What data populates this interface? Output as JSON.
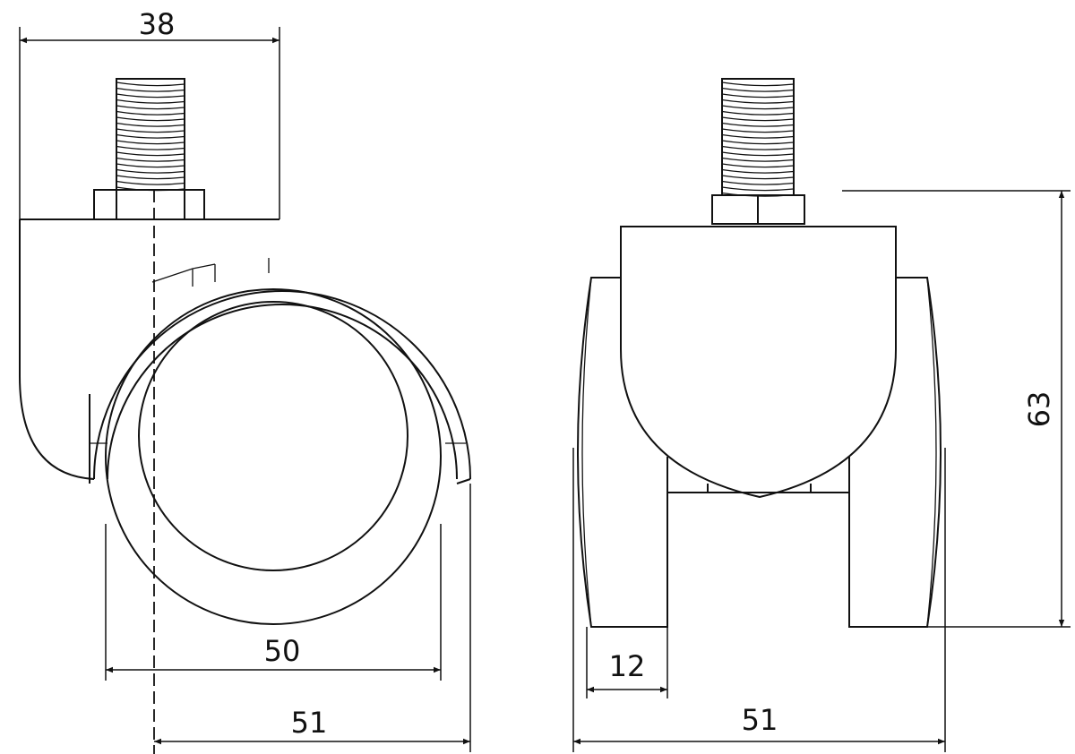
{
  "title": "Twin wheel caster dimension drawing",
  "side_view": {
    "dim_mount_width": "38",
    "dim_wheel_diameter": "50",
    "dim_overall_length": "51"
  },
  "front_view": {
    "dim_wheel_width": "12",
    "dim_overall_width": "51",
    "dim_height": "63"
  },
  "colors": {
    "line": "#111111",
    "background": "#ffffff"
  }
}
